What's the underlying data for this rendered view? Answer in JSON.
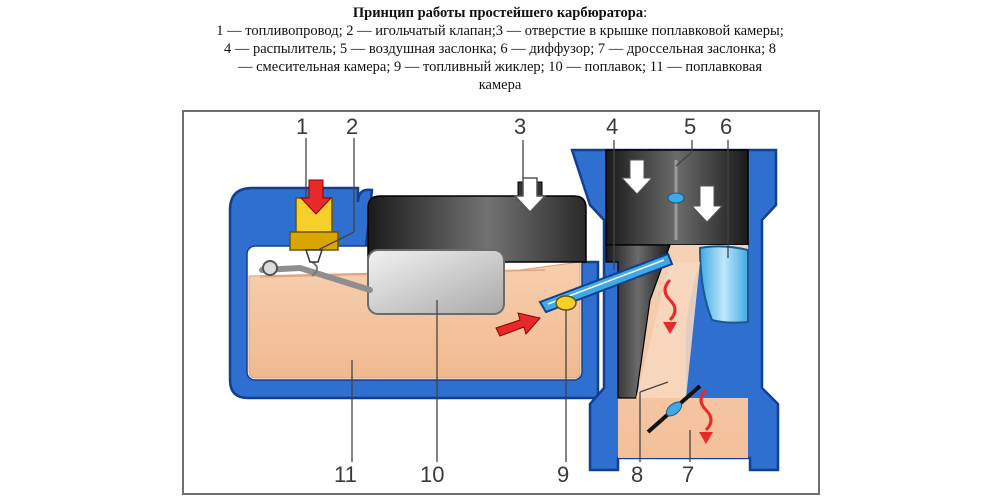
{
  "caption": {
    "title": "Принцип работы простейшего карбюратора",
    "title_suffix": ":",
    "lines": [
      "1 — топливопровод; 2 — игольчатый клапан;3 — отверстие в крышке поплавковой камеры;",
      "4 — распылитель; 5 — воздушная заслонка; 6 — диффузор; 7 — дроссельная заслонка; 8",
      "— смесительная камера; 9 — топливный жиклер; 10 — поплавок; 11 — поплавковая",
      "камера"
    ]
  },
  "diagram": {
    "callouts": {
      "c1": "1",
      "c2": "2",
      "c3": "3",
      "c4": "4",
      "c5": "5",
      "c6": "6",
      "c7": "7",
      "c8": "8",
      "c9": "9",
      "c10": "10",
      "c11": "11"
    },
    "colors": {
      "housing_blue": "#2f6fd0",
      "housing_outline": "#123f8e",
      "fuel": "#f4c6a0",
      "fuel_line": "#d9a07a",
      "fuel_arrow": "#e8292a",
      "jet_yellow": "#f5cf2a",
      "cavity_white": "#ffffff",
      "float_grey": "#c8c8c8"
    }
  }
}
